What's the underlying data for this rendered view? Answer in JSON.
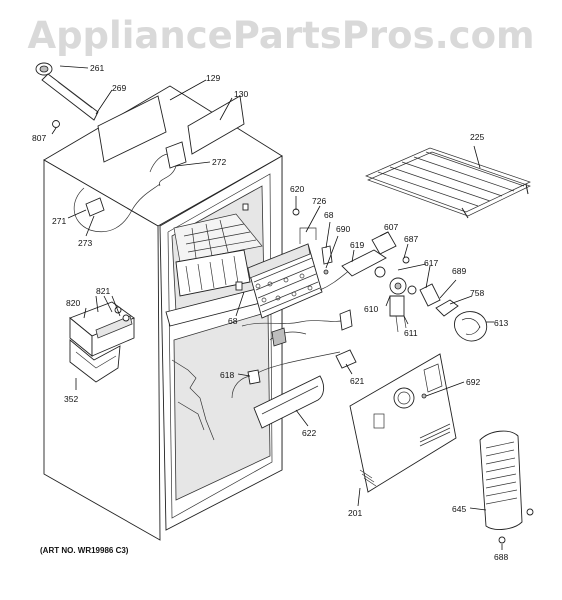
{
  "watermark": "AppliancePartsPros.com",
  "art_number": "(ART NO. WR19986 C3)",
  "callouts": [
    "261",
    "269",
    "129",
    "130",
    "807",
    "272",
    "271",
    "273",
    "225",
    "620",
    "726",
    "68",
    "690",
    "607",
    "687",
    "619",
    "617",
    "689",
    "758",
    "820",
    "821",
    "610",
    "611",
    "613",
    "68",
    "618",
    "352",
    "621",
    "692",
    "622",
    "201",
    "645",
    "688"
  ]
}
